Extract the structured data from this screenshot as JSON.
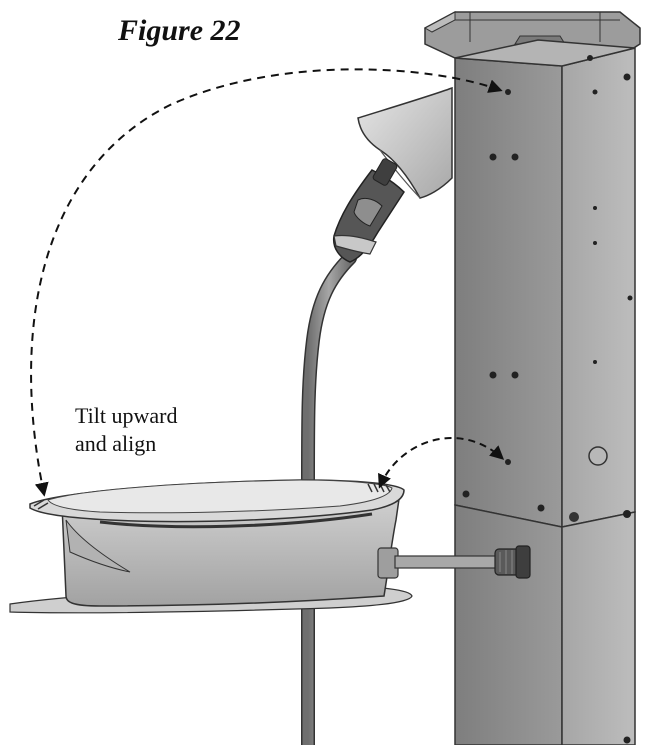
{
  "figure": {
    "title": "Figure 22",
    "callout_line1": "Tilt upward",
    "callout_line2": "and align"
  },
  "parts": {
    "pedestal": {
      "name": "pedestal-post",
      "colors": {
        "front": "#8c8c8c",
        "side": "#a9a9a9",
        "edge": "#333333"
      }
    },
    "cable_holder": {
      "name": "cable-holder-bracket",
      "colors": {
        "body": "#c4c4c4",
        "shade": "#9a9a9a",
        "edge": "#333333"
      }
    },
    "connector": {
      "name": "charging-connector",
      "colors": {
        "handle": "#5a5a5a",
        "band": "#b8b8b8",
        "cable": "#8a8a8a"
      }
    },
    "nozzle_holster": {
      "name": "nozzle-holster",
      "colors": {
        "body": "#d2d2d2",
        "edge": "#333333"
      }
    }
  },
  "arrows": [
    {
      "name": "upper-alignment-arrow",
      "style": "dashed"
    },
    {
      "name": "lower-alignment-arrow",
      "style": "dashed"
    }
  ]
}
